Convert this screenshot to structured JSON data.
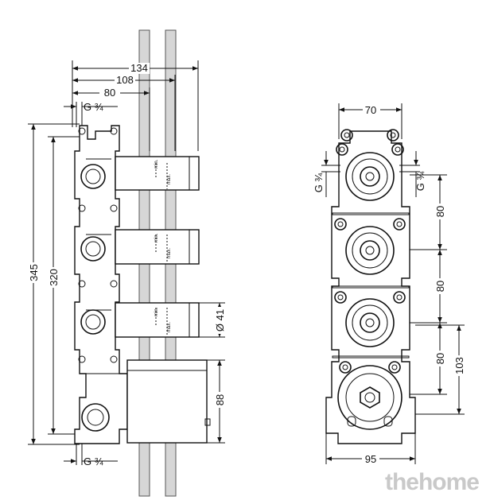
{
  "side_view": {
    "dim_134": "134",
    "dim_108": "108",
    "dim_80": "80",
    "thread_top": "G ¾",
    "thread_bottom": "G ¾",
    "dim_345": "345",
    "dim_320": "320",
    "dim_d41": "Ø 41",
    "dim_88": "88",
    "min_label": "min.",
    "max_label": "max."
  },
  "front_view": {
    "dim_70": "70",
    "thread_left": "G ¾",
    "thread_right": "G ¾",
    "dim_80_a": "80",
    "dim_80_b": "80",
    "dim_80_c": "80",
    "dim_103": "103",
    "dim_95": "95"
  },
  "watermark": "thehome"
}
